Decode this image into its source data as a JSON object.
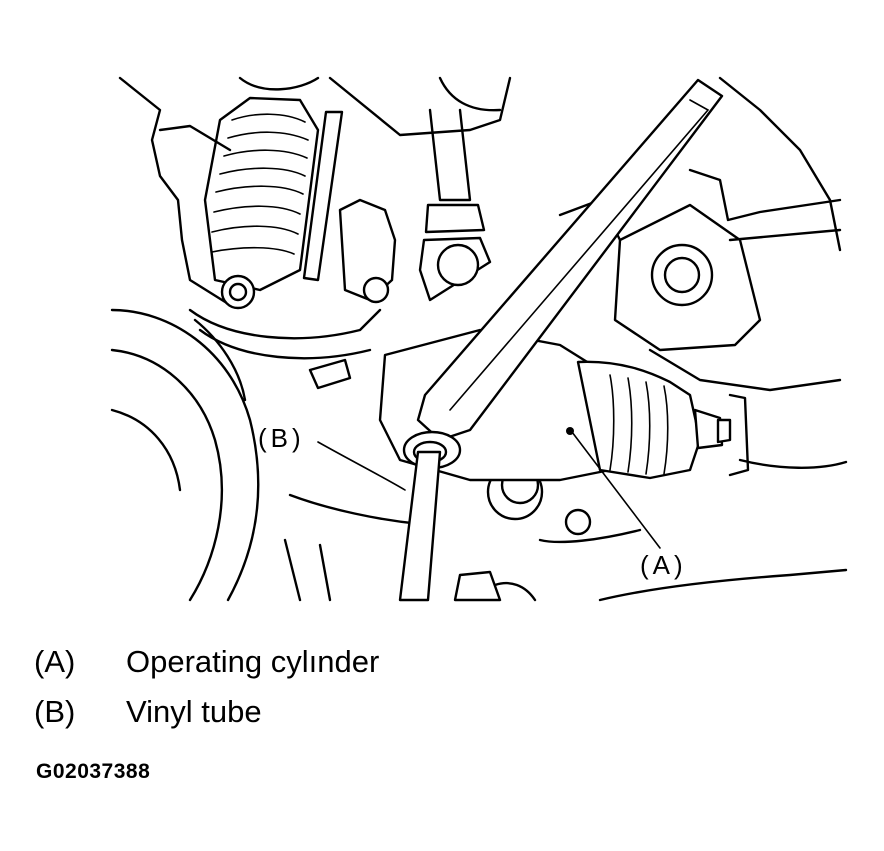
{
  "callouts": {
    "a": "(A)",
    "b": "(B)"
  },
  "legend": [
    {
      "key": "(A)",
      "label": "Operating cylınder"
    },
    {
      "key": "(B)",
      "label": "Vinyl tube"
    }
  ],
  "figure_id": "G02037388"
}
